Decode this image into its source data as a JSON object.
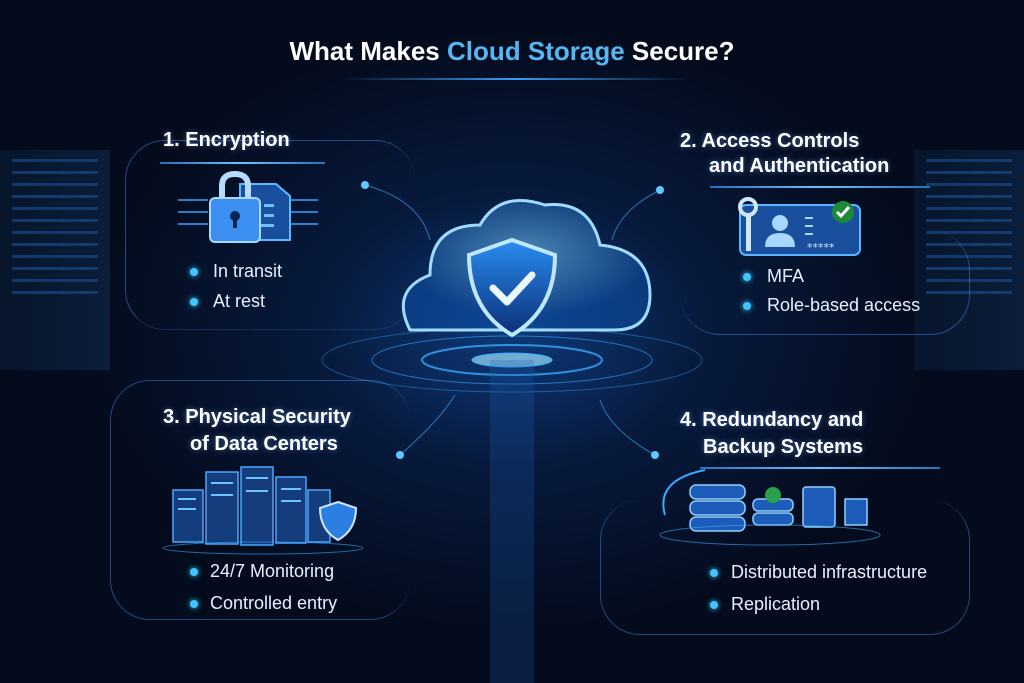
{
  "title": {
    "part1": "What Makes ",
    "highlight": "Cloud Storage",
    "part2": " Secure?"
  },
  "sections": [
    {
      "heading": [
        "1. Encryption"
      ],
      "bullets": [
        "In transit",
        "At rest"
      ],
      "icon": "lock-document-icon"
    },
    {
      "heading": [
        "2. Access Controls",
        "and Authentication"
      ],
      "bullets": [
        "MFA",
        "Role-based access"
      ],
      "icon": "key-id-card-icon",
      "password_mask": "*****"
    },
    {
      "heading": [
        "3. Physical Security",
        "of Data Centers"
      ],
      "bullets": [
        "24/7 Monitoring",
        "Controlled entry"
      ],
      "icon": "server-shield-icon"
    },
    {
      "heading": [
        "4. Redundancy and",
        "Backup Systems"
      ],
      "bullets": [
        "Distributed infrastructure",
        "Replication"
      ],
      "icon": "database-backup-icon"
    }
  ],
  "colors": {
    "accent": "#56b6f2",
    "glow": "#3fc6ff",
    "background": "#040b1c"
  }
}
